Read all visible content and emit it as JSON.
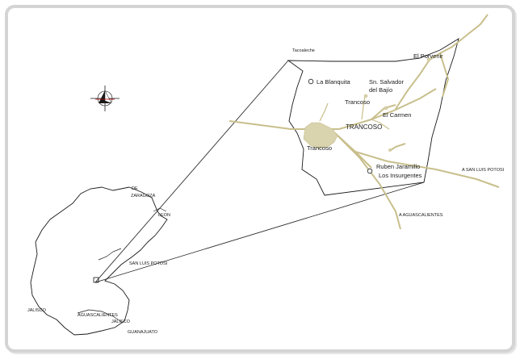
{
  "colors": {
    "road": "#c8bf8c",
    "urban": "#d9d3ae",
    "outline": "#1a1a1a",
    "frame": "#d4d4d4"
  },
  "compass": {
    "icon": "compass-rose-icon"
  },
  "places": {
    "tacoaleche": "Tacoaleche",
    "el_porvenir": "El Porvenir",
    "la_blanquita": "La Blanquita",
    "sn_salvador_line1": "Sn. Salvador",
    "sn_salvador_line2": "del Bajío",
    "trancoso_small": "Trancoso",
    "el_carmen": "El Carmen",
    "trancoso_caps": "TRANCOSO",
    "trancoso_town": "Trancoso",
    "ruben_jaramillo": "Ruben Jaramillo",
    "los_insurgentes": "Los Insurgentes"
  },
  "road_labels": {
    "to_san_luis": "A SAN LUIS POTOSI",
    "to_aguascalientes": "A AGUASCALIENTES"
  },
  "state_labels": {
    "zaragoza_line1": "DE",
    "zaragoza_line2": "ZARAGOZA",
    "leon": "LEON",
    "san_luis_potosi": "SAN LUIS POTOSI",
    "jalisco": "JALISCO",
    "aguascalientes": "AGUASCALIENTES",
    "jalisco2": "JALISCO",
    "guanajuato": "GUANAJUATO"
  }
}
